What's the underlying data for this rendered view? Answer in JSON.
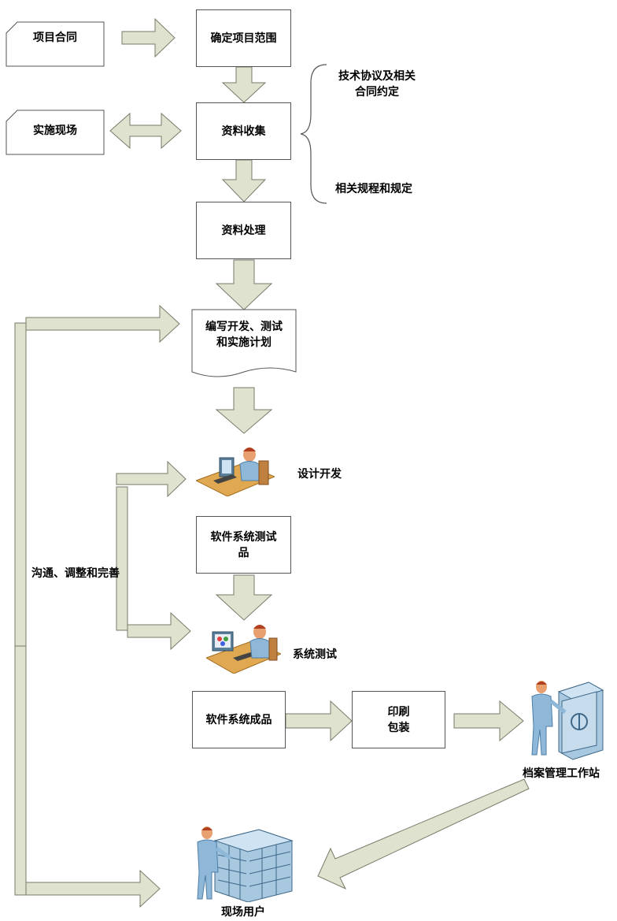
{
  "nodes": {
    "project_contract": "项目合同",
    "determine_scope": "确定项目范围",
    "site": "实施现场",
    "data_collection": "资料收集",
    "data_processing": "资料处理",
    "plan": "编写开发、测试\n和实施计划",
    "test_product": "软件系统测试\n品",
    "finished_product": "软件系统成品",
    "print_pack": "印刷\n包装"
  },
  "labels": {
    "tech_agreement": "技术协议及相关\n合同约定",
    "regulations": "相关规程和规定",
    "design_dev": "设计开发",
    "system_test": "系统测试",
    "archive_station": "档案管理工作站",
    "site_user": "现场用户",
    "feedback": "沟通、调整和完善"
  },
  "colors": {
    "arrow_fill": "#dfe2cf",
    "arrow_stroke": "#7a7a6a",
    "box_border": "#555555",
    "figure_shirt": "#8fb7d8",
    "figure_skin": "#e8a070",
    "desk": "#e0a850",
    "cabinet": "#a8c8e0"
  },
  "icons": {
    "design_dev": "person-at-computer-icon",
    "system_test": "person-testing-computer-icon",
    "archive_station": "person-with-safe-icon",
    "site_user": "person-with-server-rack-icon"
  }
}
